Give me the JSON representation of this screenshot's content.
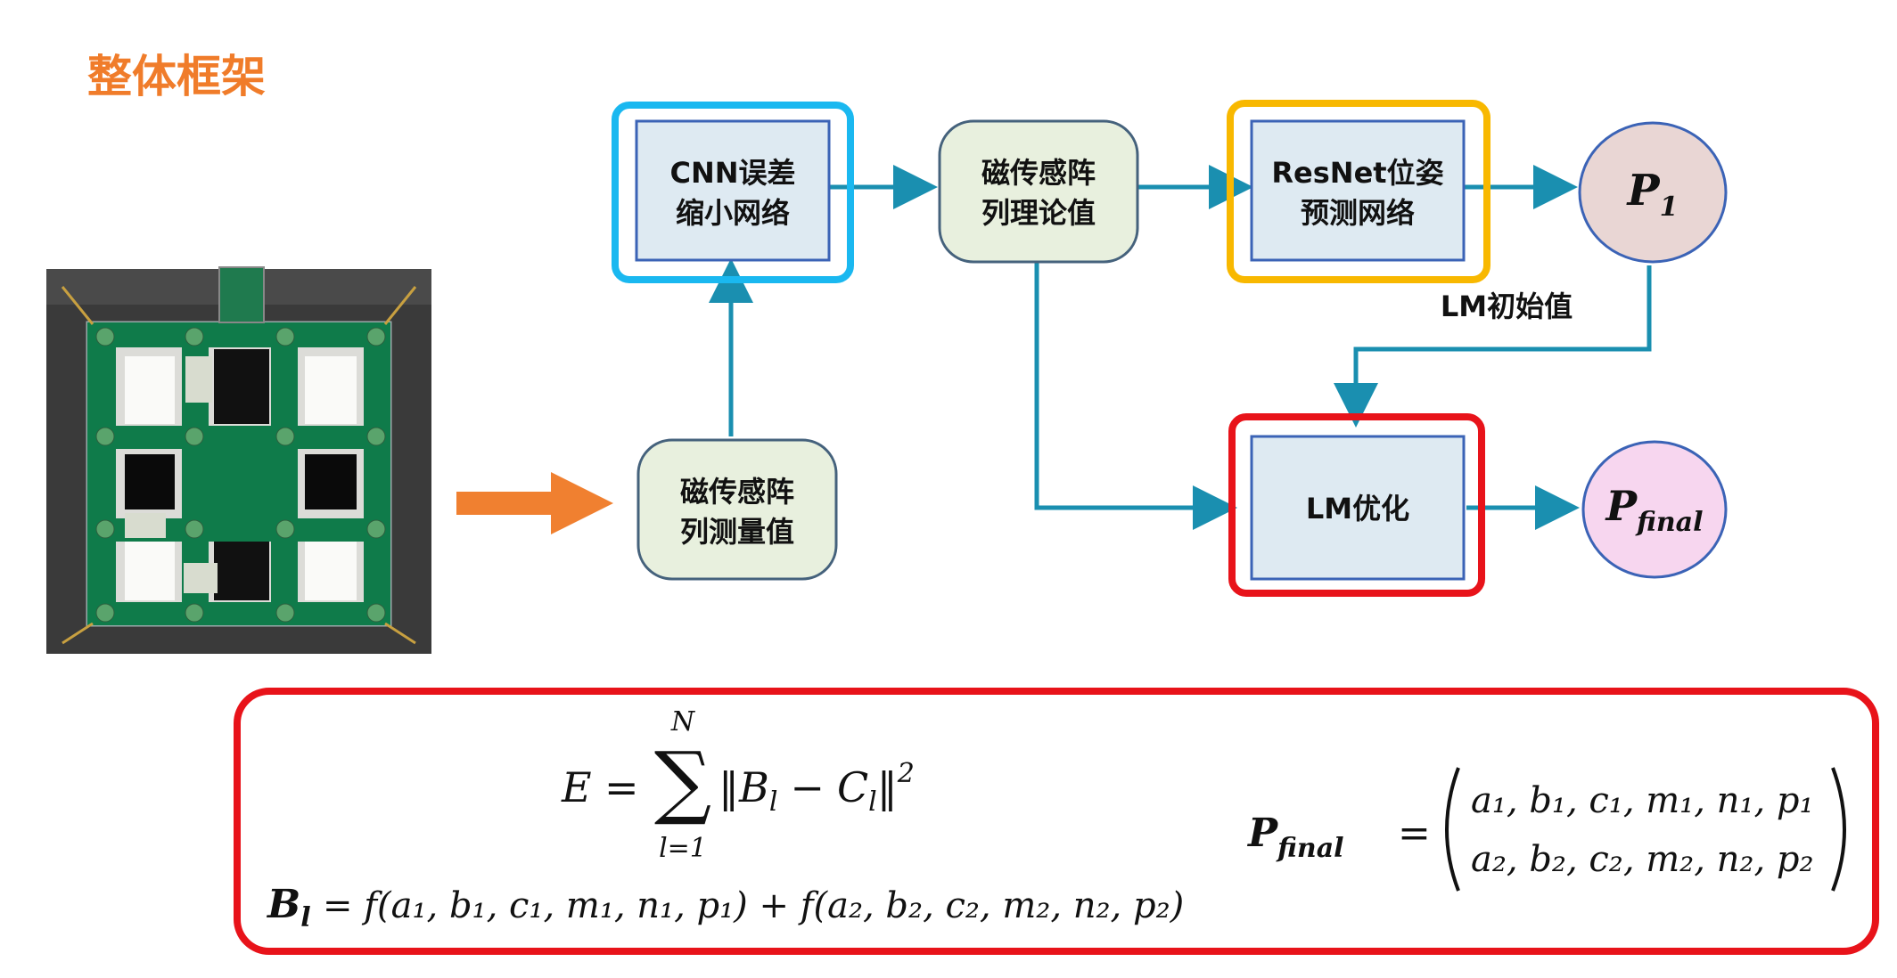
{
  "title": "整体框架",
  "nodes": {
    "cnn": [
      "CNN误差",
      "缩小网络"
    ],
    "theory": [
      "磁传感阵",
      "列理论值"
    ],
    "resnet": [
      "ResNet位姿",
      "预测网络"
    ],
    "measured": [
      "磁传感阵",
      "列测量值"
    ],
    "lm": [
      "LM优化"
    ]
  },
  "circles": {
    "p1": {
      "main": "P",
      "sub": "1"
    },
    "pfinal": {
      "main": "P",
      "sub": "final"
    }
  },
  "edge_label": "LM初始值",
  "formula": {
    "E_lhs": "E",
    "eq": "=",
    "sum_top": "N",
    "sum_bottom": "l=1",
    "sum_symbol": "∑",
    "norm_body": "‖B",
    "norm_sub_l": "l",
    "minus": "−",
    "c": "C",
    "norm_close": "‖",
    "sq": "2",
    "B_bold": "B",
    "B_sub": "l",
    "B_rhs": "= f(a₁, b₁, c₁, m₁, n₁, p₁) + f(a₂, b₂, c₂, m₂, n₂, p₂)",
    "Pf_main": "P",
    "Pf_sub": "final",
    "Pf_eq": "=",
    "row1": "a₁, b₁, c₁, m₁, n₁, p₁",
    "row2": "a₂, b₂, c₂, m₂, n₂, p₂"
  },
  "colors": {
    "title": "#f07c2a",
    "arrow": "#1a8fb0",
    "node_fill_blue": "#deeaf2",
    "node_fill_green": "#e8f0de",
    "node_border_blue": "#3b63b6",
    "node_border_slate": "#45627c",
    "highlight_cyan": "#1ab8f0",
    "highlight_orange": "#f8b800",
    "highlight_red": "#e8131a",
    "p1_fill": "#e9d6d4",
    "pfinal_fill": "#f7d6ef",
    "input_arrow": "#f08030"
  }
}
